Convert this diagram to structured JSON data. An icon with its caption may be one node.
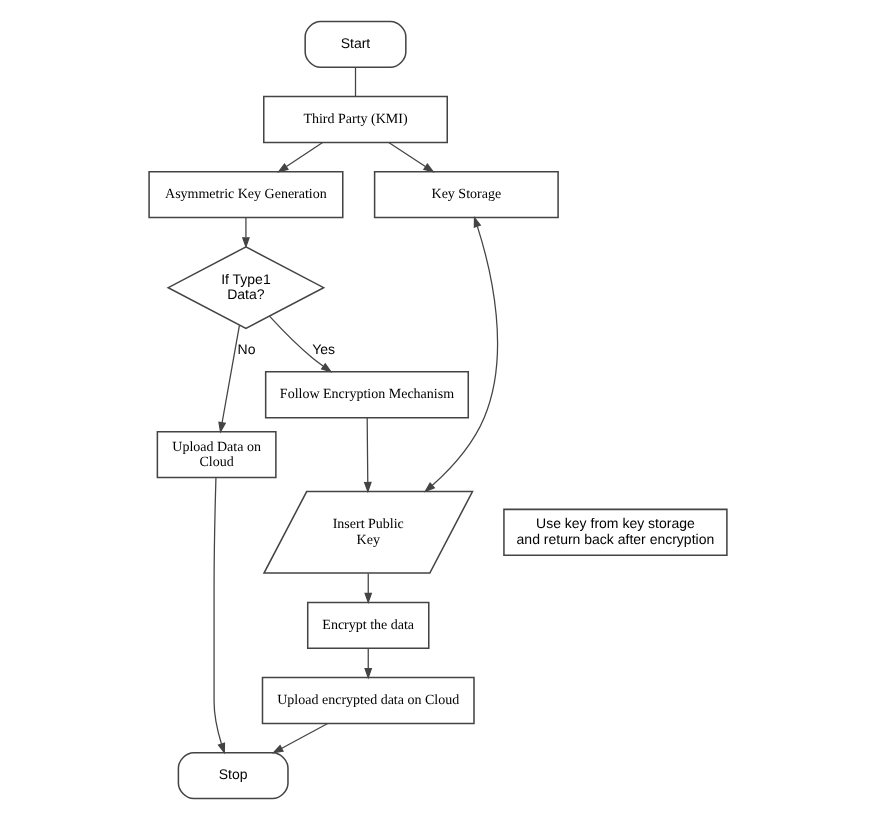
{
  "diagram": {
    "nodes": [
      {
        "text": [
          "Start"
        ]
      },
      {
        "text": [
          "Third Party (KMI)"
        ]
      },
      {
        "text": [
          "Asymmetric Key Generation"
        ]
      },
      {
        "text": [
          "Key Storage"
        ]
      },
      {
        "text": [
          "If Type1 Data?"
        ]
      },
      {
        "text": [
          "Upload Data on Cloud"
        ]
      },
      {
        "text": [
          "Follow Encryption Mechanism"
        ]
      },
      {
        "text": [
          "Insert Public Key"
        ]
      },
      {
        "text": [
          "Use key from key storage and return back after encryption"
        ]
      },
      {
        "text": [
          "Encrypt the data"
        ]
      },
      {
        "text": [
          "Upload encrypted data on Cloud"
        ]
      },
      {
        "text": [
          "Stop"
        ]
      }
    ],
    "edges": [
      {
        "from": 0,
        "to": 1,
        "arrow": "none"
      },
      {
        "from": 1,
        "to": 2,
        "arrow": "to"
      },
      {
        "from": 1,
        "to": 3,
        "arrow": "to"
      },
      {
        "from": 2,
        "to": 4,
        "arrow": "to"
      },
      {
        "from": 4,
        "to": 5,
        "arrow": "to",
        "label": "No"
      },
      {
        "from": 4,
        "to": 6,
        "arrow": "to",
        "label": "Yes"
      },
      {
        "from": 6,
        "to": 7,
        "arrow": "to"
      },
      {
        "from": 7,
        "to": 3,
        "arrow": "both"
      },
      {
        "from": 7,
        "to": 9,
        "arrow": "to"
      },
      {
        "from": 9,
        "to": 10,
        "arrow": "to"
      },
      {
        "from": 10,
        "to": 11,
        "arrow": "to"
      },
      {
        "from": 5,
        "to": 11,
        "arrow": "to"
      }
    ]
  }
}
